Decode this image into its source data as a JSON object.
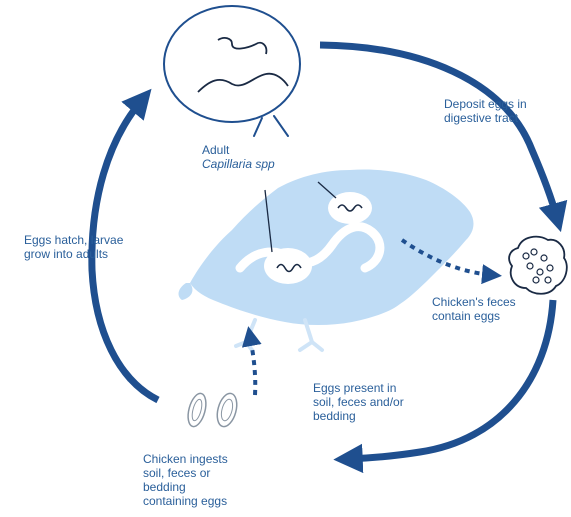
{
  "colors": {
    "cycle_arrow": "#1f4f8f",
    "text": "#2a5f9a",
    "chicken_fill": "#bfdcf5",
    "worm": "#1a2a44"
  },
  "icons": [
    "worm-magnifier-icon",
    "egg-cluster-icon",
    "eggs-icon",
    "chicken-silhouette-icon"
  ],
  "labels": {
    "adult": {
      "line1": "Adult",
      "line2": "Capillaria spp"
    },
    "deposit": {
      "line1": "Deposit eggs in",
      "line2": "digestive tract"
    },
    "feces": {
      "line1": "Chicken's feces",
      "line2": "contain eggs"
    },
    "soil": {
      "line1": "Eggs present in",
      "line2": "soil, feces and/or",
      "line3": "bedding"
    },
    "ingests": {
      "line1": "Chicken ingests",
      "line2": "soil, feces or",
      "line3": "bedding",
      "line4": "containing eggs"
    },
    "hatch": {
      "line1": "Eggs hatch, larvae",
      "line2": "grow into adults"
    }
  }
}
